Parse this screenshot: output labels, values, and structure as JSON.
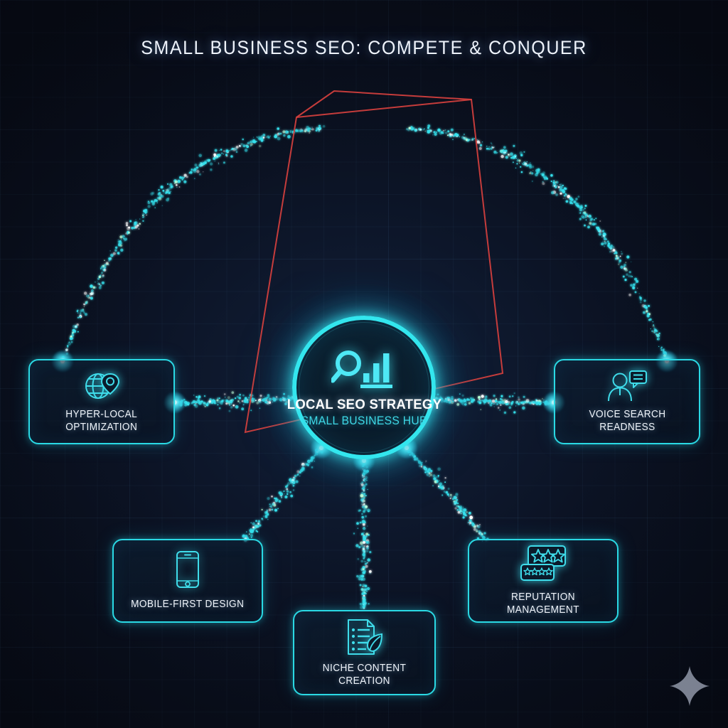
{
  "title": "SMALL BUSINESS SEO: COMPETE & CONQUER",
  "hub": {
    "title": "LOCAL SEO STRATEGY",
    "subtitle": "SMALL BUSINESS\nHUB",
    "icon": "magnifier-bar-chart-icon",
    "ring_color": "#33e6ee",
    "title_color": "#ffffff",
    "subtitle_color": "#3fd8e6"
  },
  "nodes": [
    {
      "id": "hyper-local",
      "label": "HYPER-LOCAL\nOPTIMIZATION",
      "icon": "globe-location-pin-icon"
    },
    {
      "id": "voice-search",
      "label": "VOICE SEARCH\nREADNESS",
      "icon": "person-speech-bubble-icon"
    },
    {
      "id": "mobile-first",
      "label": "MOBILE-FIRST DESIGN",
      "icon": "smartphone-icon"
    },
    {
      "id": "niche-content",
      "label": "NICHE CONTENT\nCREATION",
      "icon": "document-leaf-icon"
    },
    {
      "id": "reputation",
      "label": "REPUTATION MANAGEMENT",
      "icon": "star-rating-cards-icon"
    }
  ],
  "decor": {
    "sparkle": "four-point-sparkle-icon",
    "sparkle_color": "#a9b1c2",
    "polygon_color": "#d6403e",
    "particle_color": "#35e2ee",
    "background_color": "#0b0f1c",
    "accent_color": "#2ad9e4"
  },
  "chart_data": {
    "type": "diagram",
    "title": "SMALL BUSINESS SEO: COMPETE & CONQUER",
    "center": {
      "label": "LOCAL SEO STRATEGY",
      "sublabel": "SMALL BUSINESS HUB"
    },
    "spokes": [
      "HYPER-LOCAL OPTIMIZATION",
      "VOICE SEARCH READNESS",
      "MOBILE-FIRST DESIGN",
      "NICHE CONTENT CREATION",
      "REPUTATION MANAGEMENT"
    ],
    "node_count": 5
  }
}
